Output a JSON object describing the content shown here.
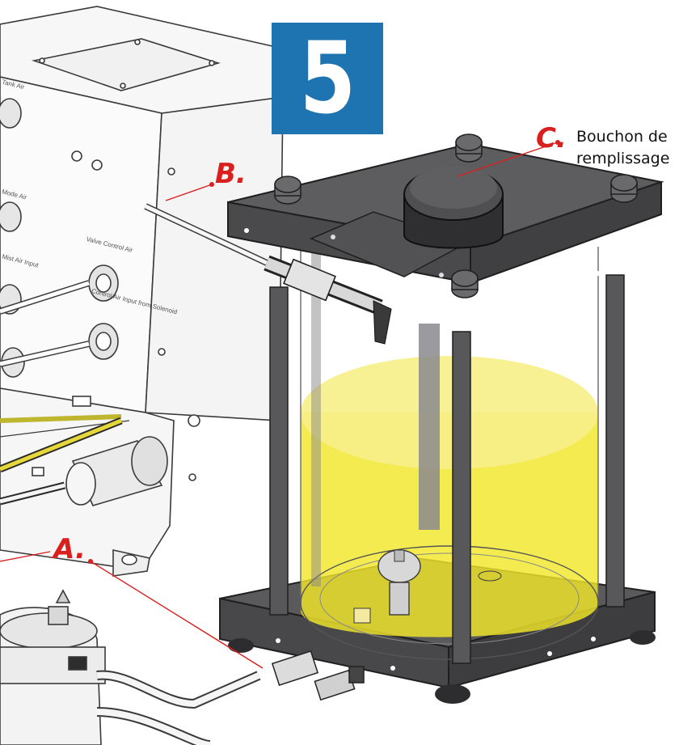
{
  "step": {
    "number": "5",
    "color": "#1d74b0"
  },
  "callouts": {
    "a": {
      "letter": "A."
    },
    "b": {
      "letter": "B."
    },
    "c": {
      "letter": "C.",
      "text_line1": "Bouchon de",
      "text_line2": "remplissage"
    }
  },
  "panel_labels": [
    "Valve Control Air",
    "Control Air Input from Solenoid",
    "Mist Air Input",
    "Mode Air",
    "Tank Air"
  ],
  "colors": {
    "callout_red": "#d9201e",
    "fluid_yellow": "#f1e62a",
    "tank_body": "#555558"
  }
}
